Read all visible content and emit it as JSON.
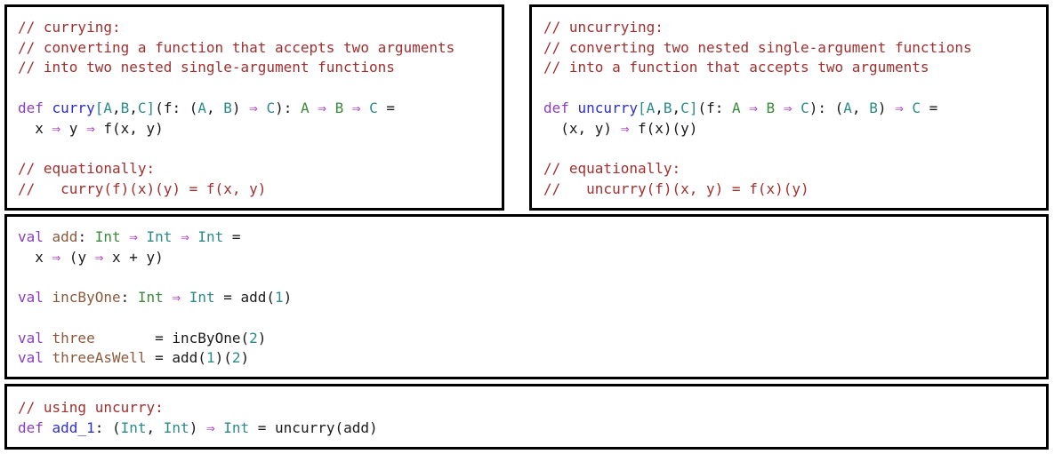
{
  "colors": {
    "comment": "#a0302f",
    "keyword": "#8a3fbf",
    "name": "#2d2fcf",
    "typeparam": "#2c8a8a",
    "green": "#3a8a3a",
    "arrow": "#b232d6",
    "text": "#1a1a1a",
    "valname": "#8b5a3c",
    "number": "#2c8a8a"
  },
  "panels": [
    {
      "id": "curry-panel",
      "lines": [
        [
          {
            "t": "// currying:",
            "c": "comment"
          }
        ],
        [
          {
            "t": "// converting a function that accepts two arguments",
            "c": "comment"
          }
        ],
        [
          {
            "t": "// into two nested single-argument functions",
            "c": "comment"
          }
        ],
        [],
        [
          {
            "t": "def ",
            "c": "keyword"
          },
          {
            "t": "curry",
            "c": "name"
          },
          {
            "t": "[",
            "c": "typeparam"
          },
          {
            "t": "A",
            "c": "typeparam"
          },
          {
            "t": ",",
            "c": "text"
          },
          {
            "t": "B",
            "c": "typeparam"
          },
          {
            "t": ",",
            "c": "text"
          },
          {
            "t": "C",
            "c": "typeparam"
          },
          {
            "t": "]",
            "c": "typeparam"
          },
          {
            "t": "(f: (",
            "c": "text"
          },
          {
            "t": "A",
            "c": "typeparam"
          },
          {
            "t": ", ",
            "c": "text"
          },
          {
            "t": "B",
            "c": "typeparam"
          },
          {
            "t": ") ",
            "c": "text"
          },
          {
            "t": "⇒",
            "c": "arrow"
          },
          {
            "t": " ",
            "c": "text"
          },
          {
            "t": "C",
            "c": "typeparam"
          },
          {
            "t": "): ",
            "c": "text"
          },
          {
            "t": "A",
            "c": "green"
          },
          {
            "t": " ",
            "c": "text"
          },
          {
            "t": "⇒",
            "c": "arrow"
          },
          {
            "t": " ",
            "c": "text"
          },
          {
            "t": "B",
            "c": "green"
          },
          {
            "t": " ",
            "c": "text"
          },
          {
            "t": "⇒",
            "c": "arrow"
          },
          {
            "t": " ",
            "c": "text"
          },
          {
            "t": "C",
            "c": "typeparam"
          },
          {
            "t": " =",
            "c": "text"
          }
        ],
        [
          {
            "t": "  x ",
            "c": "text"
          },
          {
            "t": "⇒",
            "c": "arrow"
          },
          {
            "t": " y ",
            "c": "text"
          },
          {
            "t": "⇒",
            "c": "arrow"
          },
          {
            "t": " f(x, y)",
            "c": "text"
          }
        ],
        [],
        [
          {
            "t": "// equationally:",
            "c": "comment"
          }
        ],
        [
          {
            "t": "//   curry(f)(x)(y) = f(x, y)",
            "c": "comment"
          }
        ]
      ]
    },
    {
      "id": "uncurry-panel",
      "lines": [
        [
          {
            "t": "// uncurrying:",
            "c": "comment"
          }
        ],
        [
          {
            "t": "// converting two nested single-argument functions",
            "c": "comment"
          }
        ],
        [
          {
            "t": "// into a function that accepts two arguments",
            "c": "comment"
          }
        ],
        [],
        [
          {
            "t": "def ",
            "c": "keyword"
          },
          {
            "t": "uncurry",
            "c": "name"
          },
          {
            "t": "[",
            "c": "typeparam"
          },
          {
            "t": "A",
            "c": "typeparam"
          },
          {
            "t": ",",
            "c": "text"
          },
          {
            "t": "B",
            "c": "typeparam"
          },
          {
            "t": ",",
            "c": "text"
          },
          {
            "t": "C",
            "c": "typeparam"
          },
          {
            "t": "]",
            "c": "typeparam"
          },
          {
            "t": "(f: ",
            "c": "text"
          },
          {
            "t": "A",
            "c": "green"
          },
          {
            "t": " ",
            "c": "text"
          },
          {
            "t": "⇒",
            "c": "arrow"
          },
          {
            "t": " ",
            "c": "text"
          },
          {
            "t": "B",
            "c": "green"
          },
          {
            "t": " ",
            "c": "text"
          },
          {
            "t": "⇒",
            "c": "arrow"
          },
          {
            "t": " ",
            "c": "text"
          },
          {
            "t": "C",
            "c": "typeparam"
          },
          {
            "t": "): (",
            "c": "text"
          },
          {
            "t": "A",
            "c": "typeparam"
          },
          {
            "t": ", ",
            "c": "text"
          },
          {
            "t": "B",
            "c": "typeparam"
          },
          {
            "t": ") ",
            "c": "text"
          },
          {
            "t": "⇒",
            "c": "arrow"
          },
          {
            "t": " ",
            "c": "text"
          },
          {
            "t": "C",
            "c": "typeparam"
          },
          {
            "t": " =",
            "c": "text"
          }
        ],
        [
          {
            "t": "  (x, y) ",
            "c": "text"
          },
          {
            "t": "⇒",
            "c": "arrow"
          },
          {
            "t": " f(x)(y)",
            "c": "text"
          }
        ],
        [],
        [
          {
            "t": "// equationally:",
            "c": "comment"
          }
        ],
        [
          {
            "t": "//   uncurry(f)(x, y) = f(x)(y)",
            "c": "comment"
          }
        ]
      ]
    },
    {
      "id": "add-panel",
      "lines": [
        [
          {
            "t": "val ",
            "c": "keyword"
          },
          {
            "t": "add",
            "c": "valname"
          },
          {
            "t": ": ",
            "c": "text"
          },
          {
            "t": "Int",
            "c": "green"
          },
          {
            "t": " ",
            "c": "text"
          },
          {
            "t": "⇒",
            "c": "arrow"
          },
          {
            "t": " ",
            "c": "text"
          },
          {
            "t": "Int",
            "c": "typeparam"
          },
          {
            "t": " ",
            "c": "text"
          },
          {
            "t": "⇒",
            "c": "arrow"
          },
          {
            "t": " ",
            "c": "text"
          },
          {
            "t": "Int",
            "c": "typeparam"
          },
          {
            "t": " =",
            "c": "text"
          }
        ],
        [
          {
            "t": "  x ",
            "c": "text"
          },
          {
            "t": "⇒",
            "c": "arrow"
          },
          {
            "t": " (y ",
            "c": "text"
          },
          {
            "t": "⇒",
            "c": "arrow"
          },
          {
            "t": " x + y)",
            "c": "text"
          }
        ],
        [],
        [
          {
            "t": "val ",
            "c": "keyword"
          },
          {
            "t": "incByOne",
            "c": "valname"
          },
          {
            "t": ": ",
            "c": "text"
          },
          {
            "t": "Int",
            "c": "green"
          },
          {
            "t": " ",
            "c": "text"
          },
          {
            "t": "⇒",
            "c": "arrow"
          },
          {
            "t": " ",
            "c": "text"
          },
          {
            "t": "Int",
            "c": "typeparam"
          },
          {
            "t": " = add(",
            "c": "text"
          },
          {
            "t": "1",
            "c": "number"
          },
          {
            "t": ")",
            "c": "text"
          }
        ],
        [],
        [
          {
            "t": "val ",
            "c": "keyword"
          },
          {
            "t": "three",
            "c": "valname"
          },
          {
            "t": "       = incByOne(",
            "c": "text"
          },
          {
            "t": "2",
            "c": "number"
          },
          {
            "t": ")",
            "c": "text"
          }
        ],
        [
          {
            "t": "val ",
            "c": "keyword"
          },
          {
            "t": "threeAsWell",
            "c": "valname"
          },
          {
            "t": " = add(",
            "c": "text"
          },
          {
            "t": "1",
            "c": "number"
          },
          {
            "t": ")(",
            "c": "text"
          },
          {
            "t": "2",
            "c": "number"
          },
          {
            "t": ")",
            "c": "text"
          }
        ]
      ]
    },
    {
      "id": "uncurry-usage-panel",
      "lines": [
        [
          {
            "t": "// using uncurry:",
            "c": "comment"
          }
        ],
        [
          {
            "t": "def ",
            "c": "keyword"
          },
          {
            "t": "add_1",
            "c": "name"
          },
          {
            "t": ": (",
            "c": "text"
          },
          {
            "t": "Int",
            "c": "typeparam"
          },
          {
            "t": ", ",
            "c": "text"
          },
          {
            "t": "Int",
            "c": "typeparam"
          },
          {
            "t": ") ",
            "c": "text"
          },
          {
            "t": "⇒",
            "c": "arrow"
          },
          {
            "t": " ",
            "c": "text"
          },
          {
            "t": "Int",
            "c": "typeparam"
          },
          {
            "t": " = uncurry(add)",
            "c": "text"
          }
        ]
      ]
    }
  ]
}
